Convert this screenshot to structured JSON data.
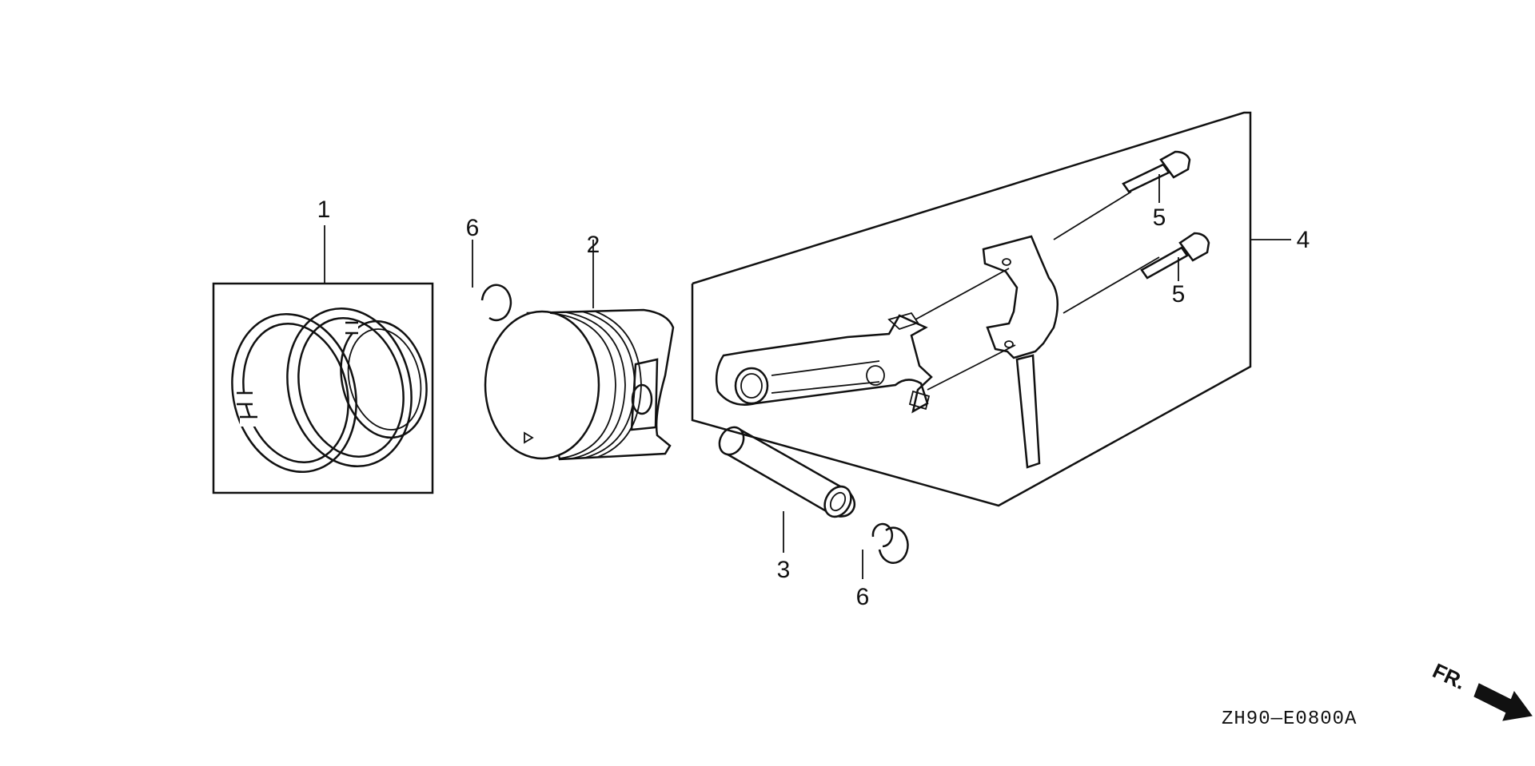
{
  "callouts": {
    "p1": "1",
    "p2": "2",
    "p3": "3",
    "p4": "4",
    "p5a": "5",
    "p5b": "5",
    "p6a": "6",
    "p6b": "6"
  },
  "diagram_code": "ZH90—E0800A",
  "direction_label": "FR.",
  "colors": {
    "ink": "#111111",
    "paper": "#ffffff"
  }
}
